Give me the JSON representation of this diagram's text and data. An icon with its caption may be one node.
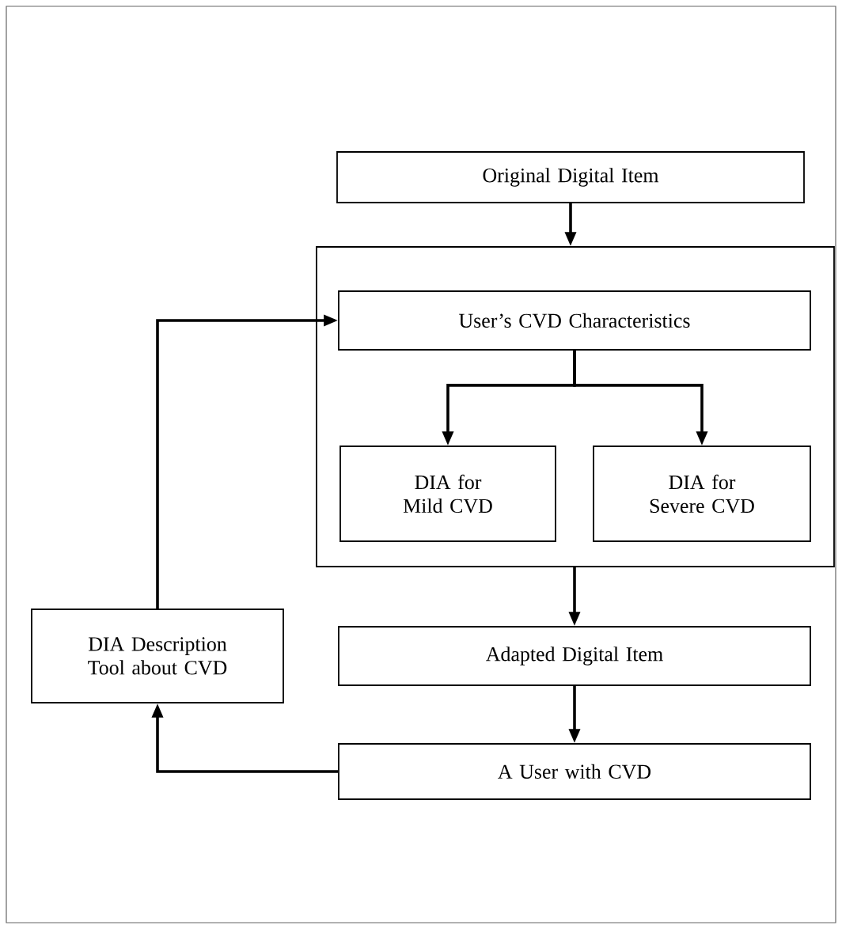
{
  "diagram": {
    "nodes": [
      {
        "text": [
          "Original Digital Item"
        ]
      },
      {
        "text": [],
        "shape": "box"
      },
      {
        "text": [
          "User’s CVD Characteristics"
        ],
        "in": 1
      },
      {
        "text": [
          "DIA for Mild CVD"
        ],
        "in": 1
      },
      {
        "text": [
          "DIA for Severe CVD"
        ],
        "in": 1
      },
      {
        "text": [
          "Adapted Digital Item"
        ]
      },
      {
        "text": [
          "A User with CVD"
        ]
      },
      {
        "text": [
          "DIA Description Tool about CVD"
        ]
      }
    ],
    "edges": [
      {
        "from": 0,
        "to": 1,
        "arrow": "to"
      },
      {
        "from": 2,
        "to": 3,
        "arrow": "to"
      },
      {
        "from": 2,
        "to": 4,
        "arrow": "to"
      },
      {
        "from": 1,
        "to": 5,
        "arrow": "to"
      },
      {
        "from": 5,
        "to": 6,
        "arrow": "to"
      },
      {
        "from": 6,
        "to": 7,
        "arrow": "to"
      },
      {
        "from": 7,
        "to": 2,
        "arrow": "to"
      }
    ]
  }
}
